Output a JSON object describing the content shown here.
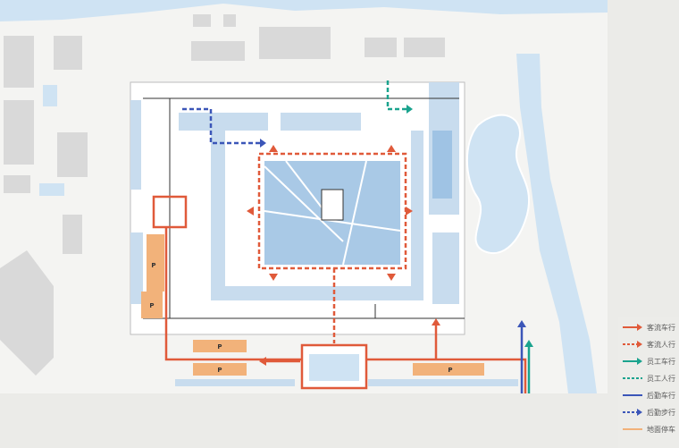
{
  "legend": {
    "items": [
      {
        "label": "客流车行",
        "color": "#e05a3a",
        "style": "solid-arrow"
      },
      {
        "label": "客流人行",
        "color": "#e05a3a",
        "style": "dashed-arrow"
      },
      {
        "label": "员工车行",
        "color": "#1aa38e",
        "style": "solid-arrow"
      },
      {
        "label": "员工人行",
        "color": "#1aa38e",
        "style": "dashed"
      },
      {
        "label": "后勤车行",
        "color": "#3b56b8",
        "style": "solid"
      },
      {
        "label": "后勤步行",
        "color": "#3b56b8",
        "style": "dashed-arrow"
      },
      {
        "label": "地面停车",
        "color": "#f2b27a",
        "style": "solid"
      }
    ]
  },
  "plan": {
    "parking_label": "P",
    "colors": {
      "water": "#cfe3f3",
      "building": "#d9d9d9",
      "floor": "#ffffff",
      "corridor": "#c8dcee",
      "parking": "#f2b27a",
      "guest": "#e05a3a",
      "staff": "#1aa38e",
      "logistics": "#3b56b8"
    }
  }
}
